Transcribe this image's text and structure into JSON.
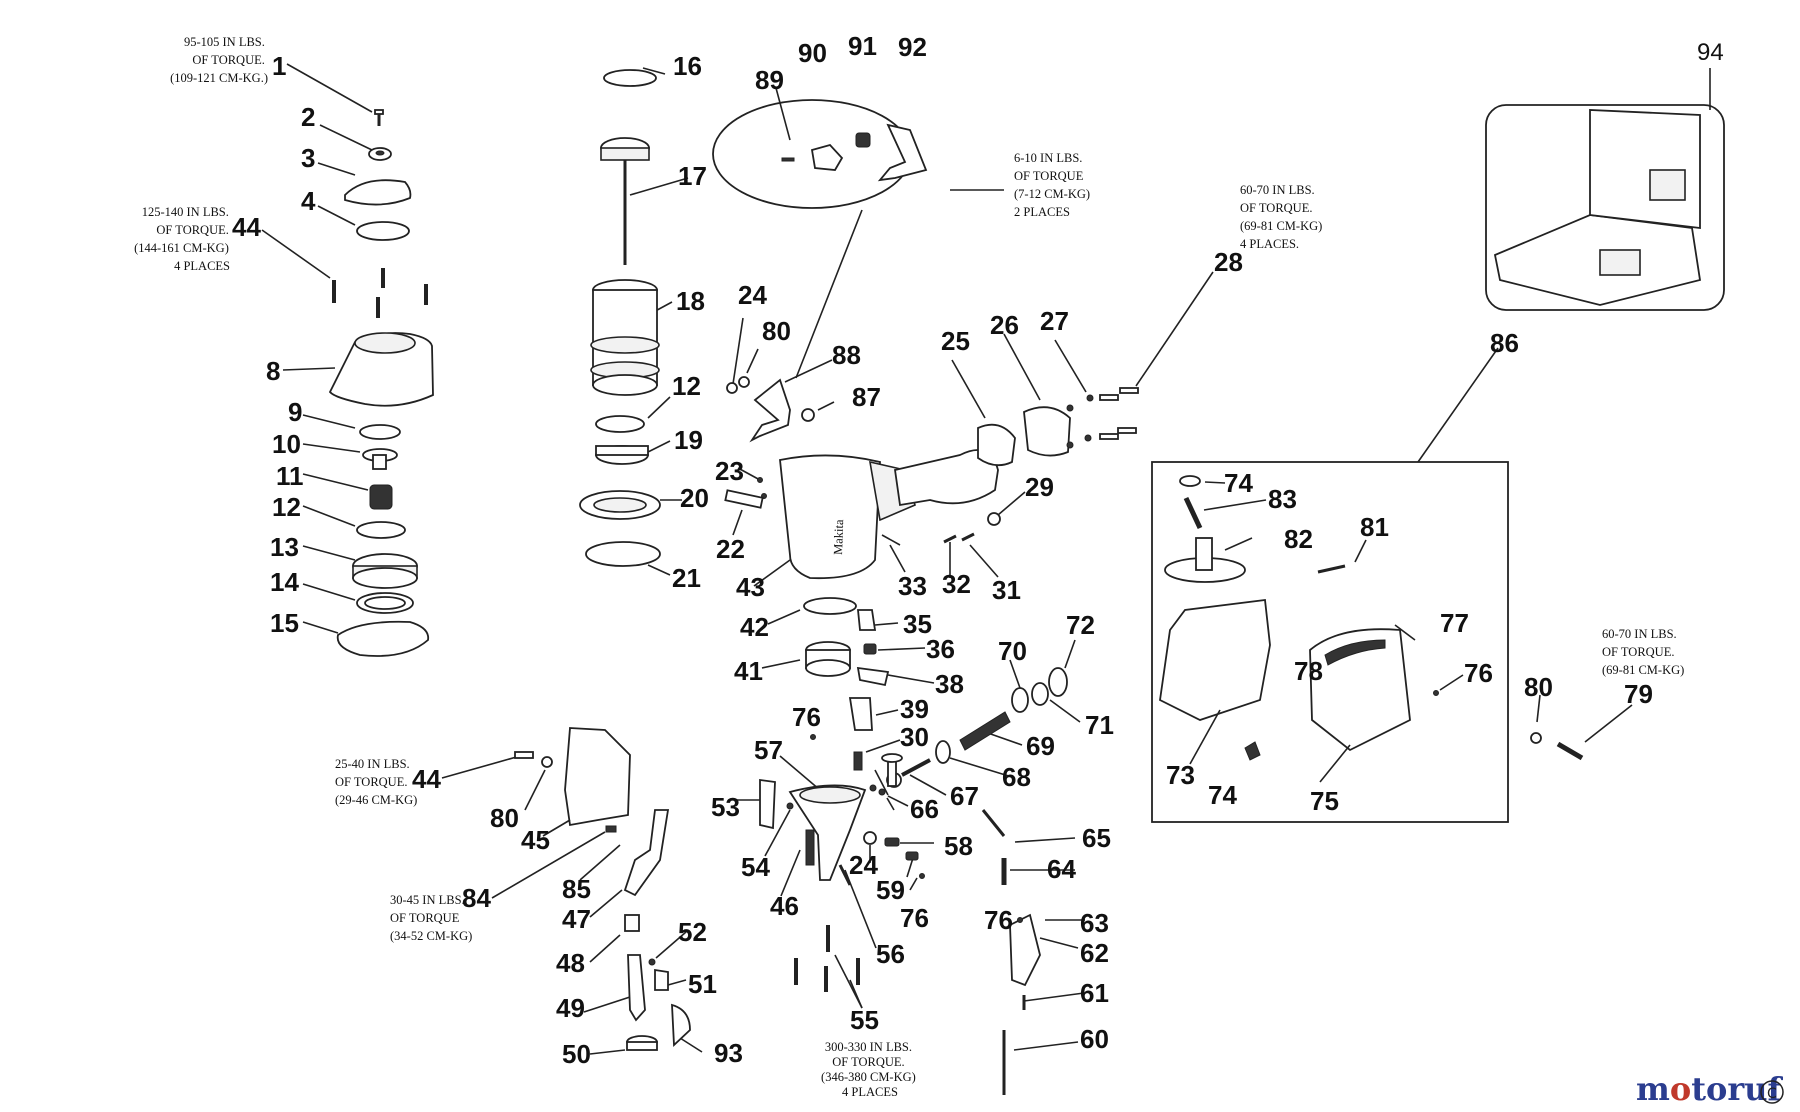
{
  "diagram": {
    "part_numbers": {
      "p1": "1",
      "p2": "2",
      "p3": "3",
      "p4": "4",
      "p44a": "44",
      "p8": "8",
      "p9": "9",
      "p10": "10",
      "p11": "11",
      "p12a": "12",
      "p13": "13",
      "p14": "14",
      "p15": "15",
      "p16": "16",
      "p17": "17",
      "p18": "18",
      "p12b": "12",
      "p19": "19",
      "p20": "20",
      "p21": "21",
      "p89": "89",
      "p90": "90",
      "p91": "91",
      "p92": "92",
      "p24a": "24",
      "p80a": "80",
      "p88": "88",
      "p87": "87",
      "p23": "23",
      "p22": "22",
      "p43": "43",
      "p33": "33",
      "p32": "32",
      "p31": "31",
      "p25": "25",
      "p26": "26",
      "p27": "27",
      "p28": "28",
      "p29": "29",
      "p94": "94",
      "p86": "86",
      "p74a": "74",
      "p83": "83",
      "p82": "82",
      "p81": "81",
      "p77": "77",
      "p78": "78",
      "p76a": "76",
      "p73": "73",
      "p74b": "74",
      "p75": "75",
      "p80b": "80",
      "p79": "79",
      "p42": "42",
      "p35": "35",
      "p36": "36",
      "p41": "41",
      "p38": "38",
      "p70": "70",
      "p72": "72",
      "p71": "71",
      "p69": "69",
      "p68": "68",
      "p39": "39",
      "p30": "30",
      "p76b": "76",
      "p57": "57",
      "p67": "67",
      "p66": "66",
      "p65": "65",
      "p53": "53",
      "p54": "54",
      "p24b": "24",
      "p58": "58",
      "p59": "59",
      "p76c": "76",
      "p64": "64",
      "p46": "46",
      "p56": "56",
      "p76d": "76",
      "p63": "63",
      "p62": "62",
      "p61": "61",
      "p60": "60",
      "p55": "55",
      "p44b": "44",
      "p80c": "80",
      "p45": "45",
      "p84": "84",
      "p85": "85",
      "p47": "47",
      "p48": "48",
      "p52": "52",
      "p51": "51",
      "p49": "49",
      "p50": "50",
      "p93": "93"
    },
    "notes": {
      "n1": [
        "95-105 IN LBS.",
        "OF TORQUE.",
        "(109-121 CM-KG.)"
      ],
      "n44a": [
        "125-140 IN LBS.",
        "OF TORQUE.",
        "(144-161 CM-KG)",
        "4 PLACES"
      ],
      "n_mid": [
        "6-10 IN LBS.",
        "OF TORQUE",
        "(7-12 CM-KG)",
        "2 PLACES"
      ],
      "n28": [
        "60-70 IN LBS.",
        "OF TORQUE.",
        "(69-81 CM-KG)",
        "4 PLACES."
      ],
      "n79": [
        "60-70 IN LBS.",
        "OF TORQUE.",
        "(69-81 CM-KG)"
      ],
      "n44b": [
        "25-40 IN LBS.",
        "OF TORQUE.",
        "(29-46 CM-KG)"
      ],
      "n84": [
        "30-45 IN LBS.",
        "OF TORQUE",
        "(34-52 CM-KG)"
      ],
      "n55": [
        "300-330 IN LBS.",
        "OF TORQUE.",
        "(346-380 CM-KG)",
        "4 PLACES"
      ]
    },
    "tool_brand_text": "Makita"
  },
  "watermark": {
    "text": "motoruf",
    "colors": {
      "m": "#2b3d8f",
      "o1": "#c0392b",
      "rest": "#2b3d8f"
    }
  },
  "colors": {
    "line": "#222222",
    "background": "#ffffff"
  }
}
